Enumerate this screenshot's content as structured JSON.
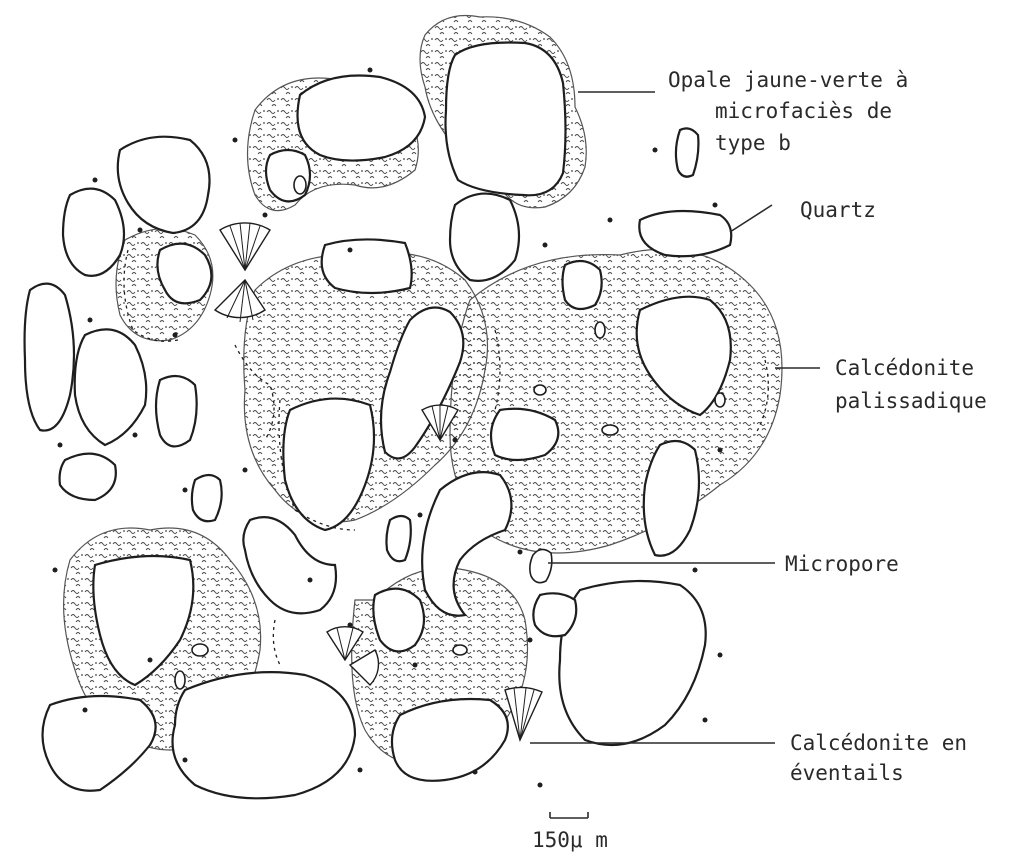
{
  "labels": {
    "opale": [
      "Opale jaune-verte à",
      "microfaciès de",
      "type b"
    ],
    "quartz": [
      "Quartz"
    ],
    "calcedonite_palissadique": [
      "Calcédonite",
      "palissadique"
    ],
    "micropore": [
      "Micropore"
    ],
    "calcedonite_eventails": [
      "Calcédonite en",
      "éventails"
    ]
  },
  "scale_bar": {
    "label": "150μ m"
  }
}
